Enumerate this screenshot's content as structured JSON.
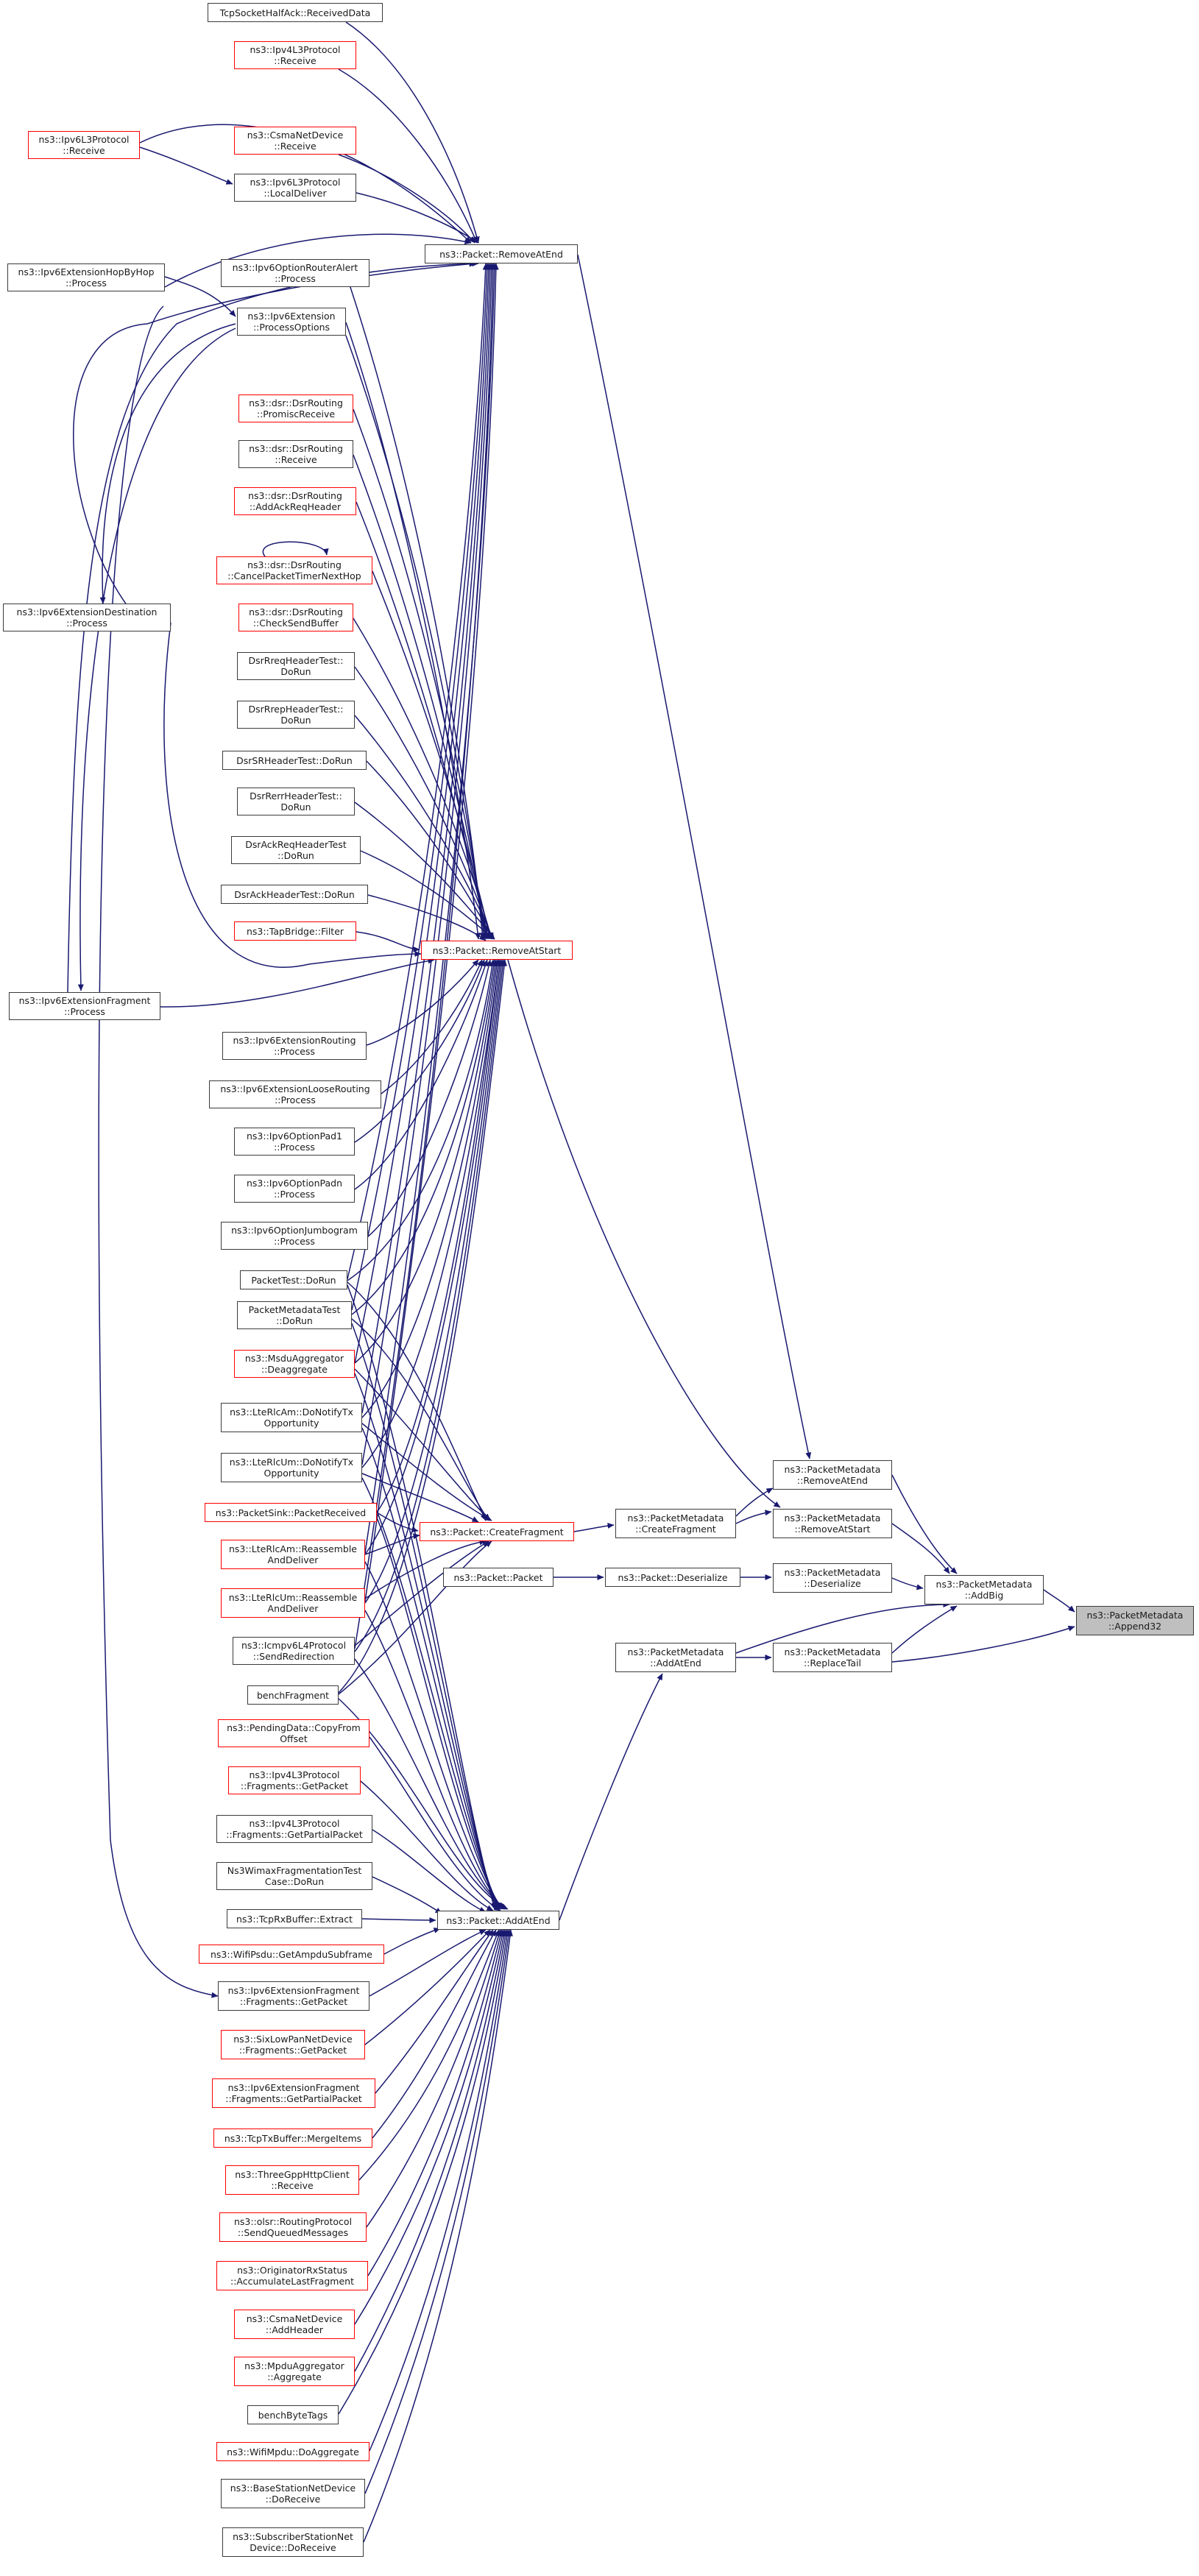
{
  "colors": {
    "edge": "#191970",
    "border": "#3b3b3b",
    "truncated_border": "#ff0000",
    "focus_fill": "#bfbfbf"
  },
  "nodes": {
    "n_tcphalf": "TcpSocketHalfAck::ReceivedData",
    "n_ipv4recv": "ns3::Ipv4L3Protocol\n::Receive",
    "n_ipv6recv": "ns3::Ipv6L3Protocol\n::Receive",
    "n_csmarecv": "ns3::CsmaNetDevice\n::Receive",
    "n_ipv6local": "ns3::Ipv6L3Protocol\n::LocalDeliver",
    "n_removeatend": "ns3::Packet::RemoveAtEnd",
    "n_hopbyhop": "ns3::Ipv6ExtensionHopByHop\n::Process",
    "n_routeralert": "ns3::Ipv6OptionRouterAlert\n::Process",
    "n_procopts": "ns3::Ipv6Extension\n::ProcessOptions",
    "n_promisc": "ns3::dsr::DsrRouting\n::PromiscReceive",
    "n_dsrreceive": "ns3::dsr::DsrRouting\n::Receive",
    "n_addackreq": "ns3::dsr::DsrRouting\n::AddAckReqHeader",
    "n_canceltimer": "ns3::dsr::DsrRouting\n::CancelPacketTimerNextHop",
    "n_destination": "ns3::Ipv6ExtensionDestination\n::Process",
    "n_checksend": "ns3::dsr::DsrRouting\n::CheckSendBuffer",
    "n_rreqtest": "DsrRreqHeaderTest::\nDoRun",
    "n_rreptest": "DsrRrepHeaderTest::\nDoRun",
    "n_srtest": "DsrSRHeaderTest::DoRun",
    "n_rerrtest": "DsrRerrHeaderTest::\nDoRun",
    "n_ackreqtest": "DsrAckReqHeaderTest\n::DoRun",
    "n_acktest": "DsrAckHeaderTest::DoRun",
    "n_tapfilter": "ns3::TapBridge::Filter",
    "n_removeatstart": "ns3::Packet::RemoveAtStart",
    "n_fragment": "ns3::Ipv6ExtensionFragment\n::Process",
    "n_routing": "ns3::Ipv6ExtensionRouting\n::Process",
    "n_looserouting": "ns3::Ipv6ExtensionLooseRouting\n::Process",
    "n_pad1": "ns3::Ipv6OptionPad1\n::Process",
    "n_padn": "ns3::Ipv6OptionPadn\n::Process",
    "n_jumbogram": "ns3::Ipv6OptionJumbogram\n::Process",
    "n_packettest": "PacketTest::DoRun",
    "n_metadatatest": "PacketMetadataTest\n::DoRun",
    "n_deaggregate": "ns3::MsduAggregator\n::Deaggregate",
    "n_rlcam_notify": "ns3::LteRlcAm::DoNotifyTx\nOpportunity",
    "n_rlcum_notify": "ns3::LteRlcUm::DoNotifyTx\nOpportunity",
    "n_pktsink": "ns3::PacketSink::PacketReceived",
    "n_rlcam_reasm": "ns3::LteRlcAm::Reassemble\nAndDeliver",
    "n_rlcum_reasm": "ns3::LteRlcUm::Reassemble\nAndDeliver",
    "n_icmpredir": "ns3::Icmpv6L4Protocol\n::SendRedirection",
    "n_benchfrag": "benchFragment",
    "n_pending": "ns3::PendingData::CopyFrom\nOffset",
    "n_ipv4frag": "ns3::Ipv4L3Protocol\n::Fragments::GetPacket",
    "n_ipv4partial": "ns3::Ipv4L3Protocol\n::Fragments::GetPartialPacket",
    "n_wimaxtest": "Ns3WimaxFragmentationTest\nCase::DoRun",
    "n_tcprx": "ns3::TcpRxBuffer::Extract",
    "n_wifipsdu": "ns3::WifiPsdu::GetAmpduSubframe",
    "n_ipv6fragget": "ns3::Ipv6ExtensionFragment\n::Fragments::GetPacket",
    "n_sixlowpan": "ns3::SixLowPanNetDevice\n::Fragments::GetPacket",
    "n_ipv6fragpartial": "ns3::Ipv6ExtensionFragment\n::Fragments::GetPartialPacket",
    "n_tcptx": "ns3::TcpTxBuffer::MergeItems",
    "n_httpclient": "ns3::ThreeGppHttpClient\n::Receive",
    "n_olsr": "ns3::olsr::RoutingProtocol\n::SendQueuedMessages",
    "n_originator": "ns3::OriginatorRxStatus\n::AccumulateLastFragment",
    "n_csmaheader": "ns3::CsmaNetDevice\n::AddHeader",
    "n_mpduagg": "ns3::MpduAggregator\n::Aggregate",
    "n_benchtags": "benchByteTags",
    "n_wifimpdu": "ns3::WifiMpdu::DoAggregate",
    "n_bsdorecv": "ns3::BaseStationNetDevice\n::DoReceive",
    "n_ssdorecv": "ns3::SubscriberStationNet\nDevice::DoReceive",
    "n_createfrag": "ns3::Packet::CreateFragment",
    "n_pktpacket": "ns3::Packet::Packet",
    "n_addatend": "ns3::Packet::AddAtEnd",
    "n_pm_createfrag": "ns3::PacketMetadata\n::CreateFragment",
    "n_pktdeser": "ns3::Packet::Deserialize",
    "n_pm_addatend": "ns3::PacketMetadata\n::AddAtEnd",
    "n_pm_removeatend": "ns3::PacketMetadata\n::RemoveAtEnd",
    "n_pm_removeatstart": "ns3::PacketMetadata\n::RemoveAtStart",
    "n_pm_deser": "ns3::PacketMetadata\n::Deserialize",
    "n_pm_replacetail": "ns3::PacketMetadata\n::ReplaceTail",
    "n_pm_addbig": "ns3::PacketMetadata\n::AddBig",
    "n_pm_append32": "ns3::PacketMetadata\n::Append32"
  }
}
